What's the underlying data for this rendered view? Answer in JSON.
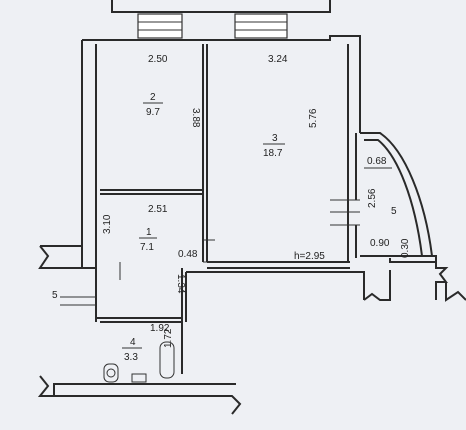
{
  "rooms": [
    {
      "number": "2",
      "area": "9.7",
      "width": "2.50",
      "depth": "3.88"
    },
    {
      "number": "3",
      "area": "18.7",
      "width": "3.24",
      "depth": "5.76"
    },
    {
      "number": "1",
      "area": "7.1",
      "width": "2.51",
      "depth": "3.10",
      "extra": "0.48"
    },
    {
      "number": "4",
      "area": "3.3",
      "width": "1.92",
      "depth": "1.72"
    }
  ],
  "balcony": {
    "number": "5",
    "width": "0.68",
    "depth": "2.56",
    "bottom": "0.90",
    "side": "0.30"
  },
  "corridor": {
    "number": "5",
    "length": "1.34"
  },
  "ceiling_height": "h=2.95"
}
